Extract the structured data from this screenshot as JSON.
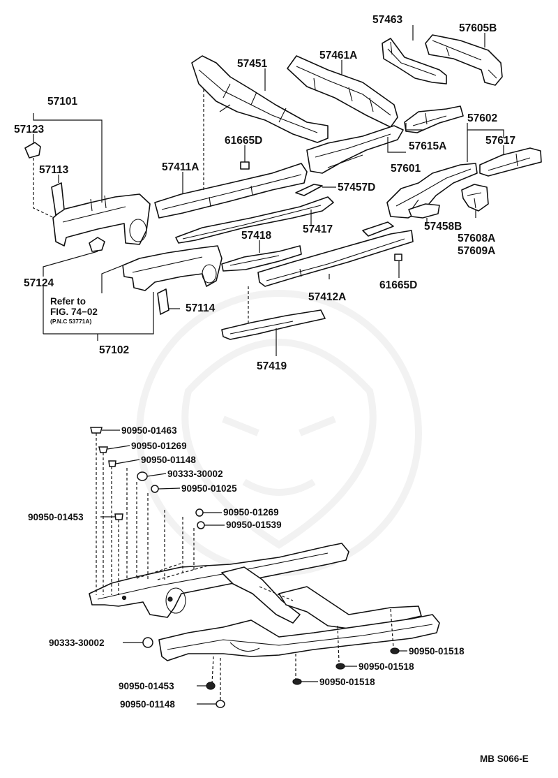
{
  "labels": {
    "p57463": "57463",
    "p57605B": "57605B",
    "p57451": "57451",
    "p57461A": "57461A",
    "p57101": "57101",
    "p57123": "57123",
    "p57113": "57113",
    "p61665D_top": "61665D",
    "p57411A": "57411A",
    "p57602": "57602",
    "p57617": "57617",
    "p57615A": "57615A",
    "p57601": "57601",
    "p57457D": "57457D",
    "p57417": "57417",
    "p57458B": "57458B",
    "p57418": "57418",
    "p57608A": "57608A",
    "p57609A": "57609A",
    "p57124": "57124",
    "refer_line1": "Refer to",
    "refer_line2": "FIG. 74−02",
    "refer_line3": "(P.N.C 53771A)",
    "p57412A": "57412A",
    "p61665D_bot": "61665D",
    "p57114": "57114",
    "p57102": "57102",
    "p57419": "57419",
    "b1": "90950-01463",
    "b2": "90950-01269",
    "b3": "90950-01148",
    "b4": "90333-30002",
    "b5": "90950-01025",
    "b6": "90950-01453",
    "b7": "90950-01269",
    "b8": "90950-01539",
    "b9": "90333-30002",
    "b10": "90950-01518",
    "b11": "90950-01518",
    "b12": "90950-01518",
    "b13": "90950-01453",
    "b14": "90950-01148",
    "code": "MB S066-E"
  }
}
